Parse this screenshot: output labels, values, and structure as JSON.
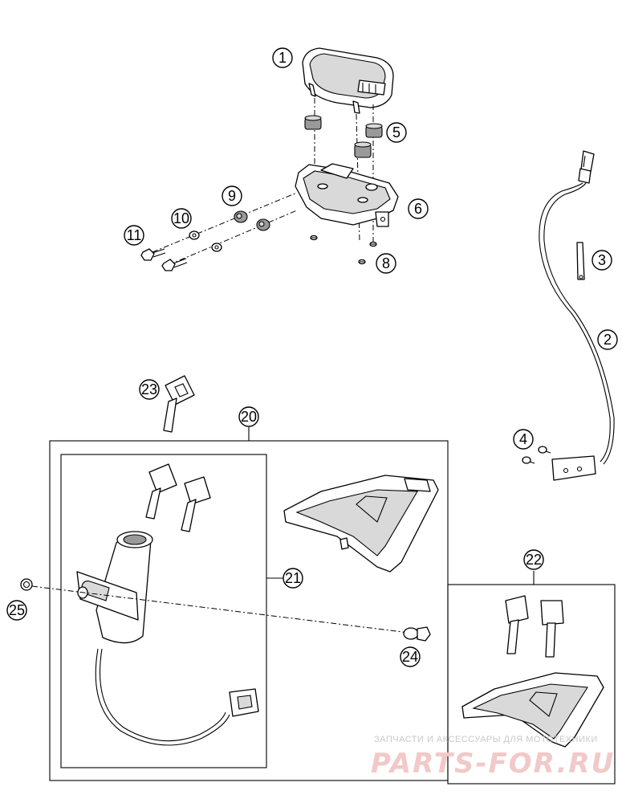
{
  "callouts": {
    "c1": "1",
    "c2": "2",
    "c3": "3",
    "c4": "4",
    "c5": "5",
    "c6": "6",
    "c8": "8",
    "c9": "9",
    "c10": "10",
    "c11": "11",
    "c20": "20",
    "c21": "21",
    "c22": "22",
    "c23": "23",
    "c24": "24",
    "c25": "25"
  },
  "watermark": {
    "caption": "ЗАПЧАСТИ И АКСЕССУАРЫ ДЛЯ МОТОТЕХНИКИ",
    "brand": "PARTS-FOR.RU"
  }
}
